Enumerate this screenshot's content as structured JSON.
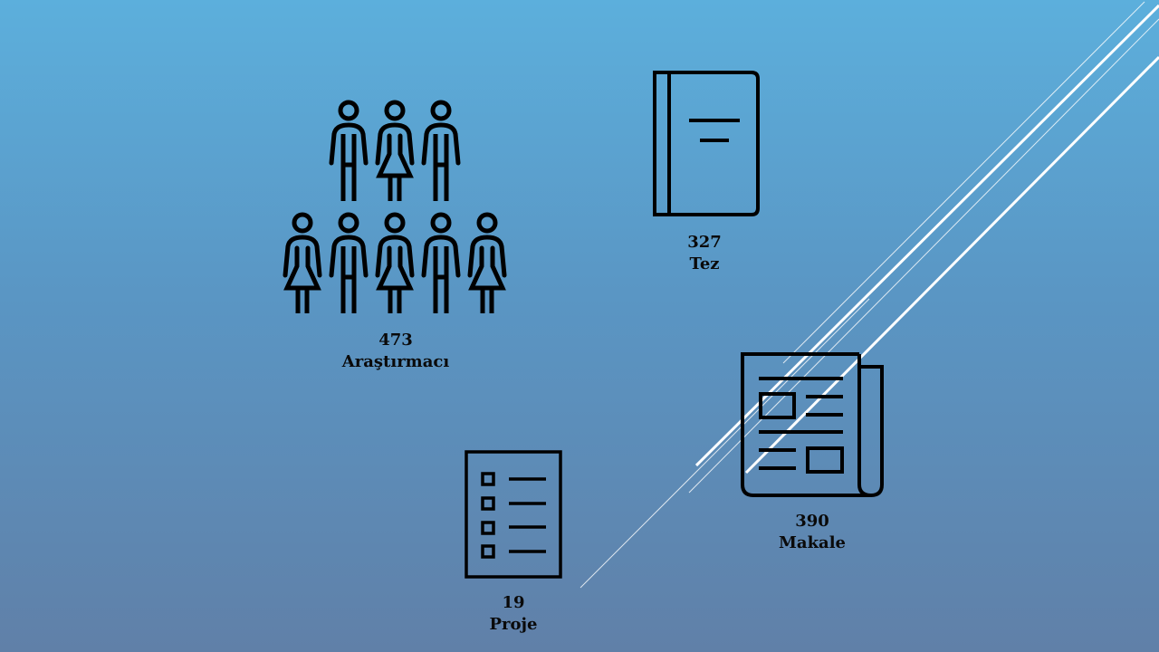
{
  "stats": [
    {
      "value": "473",
      "label": "Araştırmacı",
      "icon": "people-icon"
    },
    {
      "value": "327",
      "label": "Tez",
      "icon": "book-icon"
    },
    {
      "value": "390",
      "label": "Makale",
      "icon": "newspaper-icon"
    },
    {
      "value": "19",
      "label": "Proje",
      "icon": "checklist-icon"
    }
  ],
  "colors": {
    "background_top": "#5cafdc",
    "background_bottom": "#6080a8",
    "icon": "#000000"
  }
}
